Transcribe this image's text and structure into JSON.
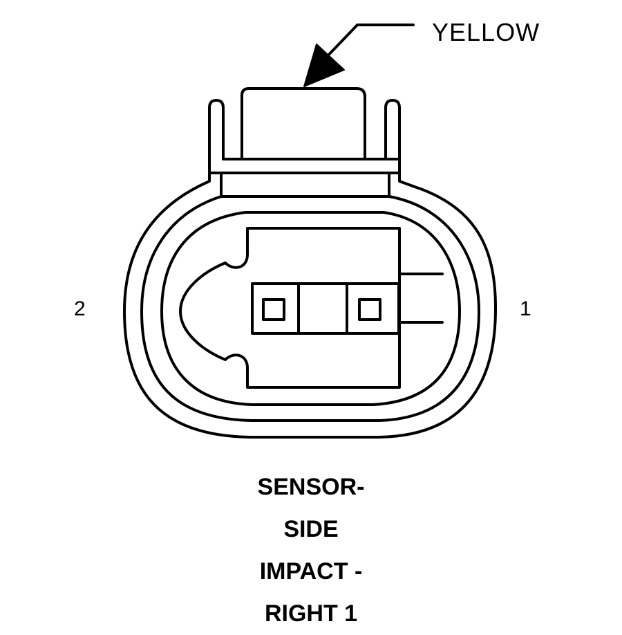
{
  "connector": {
    "color_label": "YELLOW",
    "pins": [
      {
        "label": "2"
      },
      {
        "label": "1"
      }
    ],
    "title_lines": [
      "SENSOR-",
      "SIDE",
      "IMPACT -",
      "RIGHT 1"
    ]
  }
}
